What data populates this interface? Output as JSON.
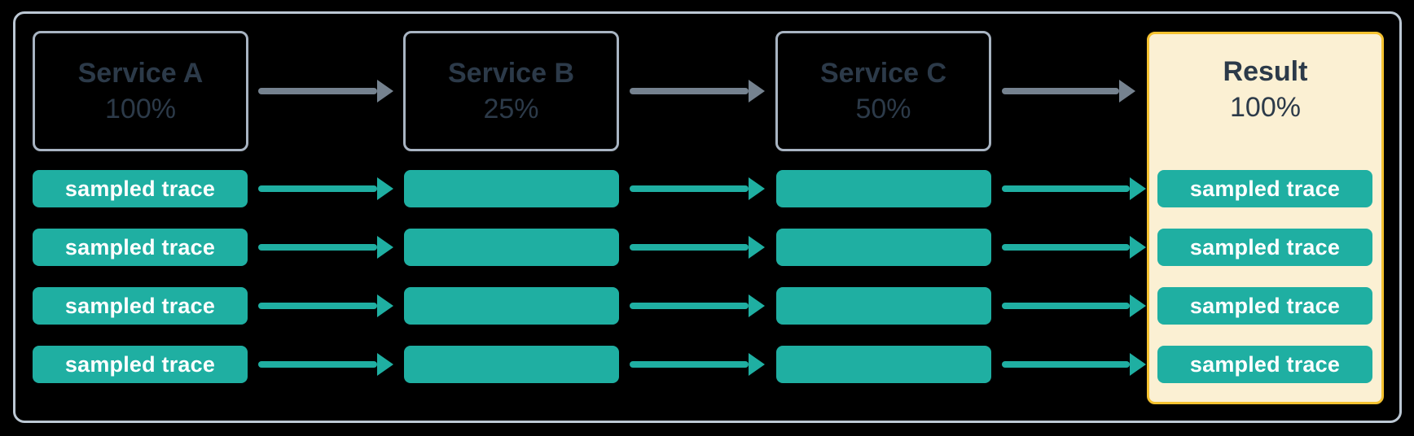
{
  "diagram": {
    "trace_label": "sampled trace",
    "row_count": 4,
    "services": [
      {
        "name": "Service A",
        "rate": "100%"
      },
      {
        "name": "Service B",
        "rate": "25%"
      },
      {
        "name": "Service C",
        "rate": "50%"
      }
    ],
    "result": {
      "name": "Result",
      "rate": "100%"
    }
  },
  "colors": {
    "background": "#000000",
    "frame_border": "#BCC8D4",
    "service_border": "#A8B4C2",
    "service_text": "#2C3A49",
    "arrow_gray": "#75828F",
    "teal": "#1FAFA2",
    "trace_text": "#FFFFFF",
    "result_bg": "#FBF0D3",
    "result_border": "#F5C230"
  }
}
